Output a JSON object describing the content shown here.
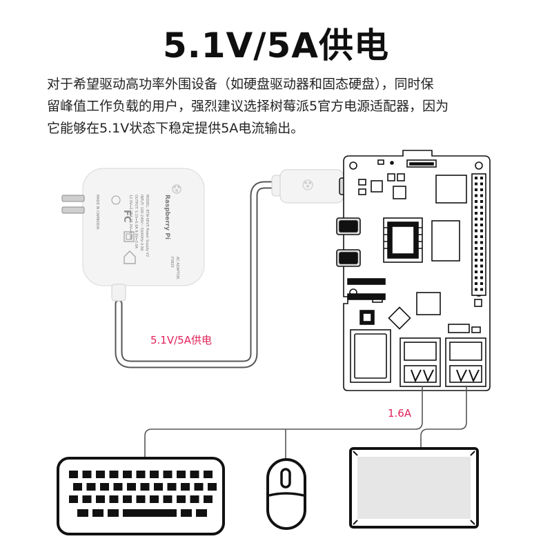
{
  "title": "5.1V/5A供电",
  "description": [
    "对于希望驱动高功率外围设备（如硬盘驱动器和固态硬盘），同时保",
    "留峰值工作负载的用户，强烈建议选择树莓派5官方电源适配器，因为",
    "它能够在5.1V状态下稳定提供5A电流输出。"
  ],
  "labels": {
    "power_line": "5.1V/5A供电",
    "usb_line": "1.6A"
  },
  "adapter": {
    "brand": "Raspberry Pi",
    "model_text": "MODEL: KTW-0EV5 Power Supply V2",
    "spec_lines": [
      "INPUT: 100-240V~ 50/60Hz 0.8A",
      "OUTPUT: 5.1V⎓5.0A 9.0V⎓3.0A",
      "12.0V⎓2.25A 15.0V⎓1.8A"
    ],
    "side_text": [
      "AC ADAPTOR",
      "P3820"
    ],
    "origin": "MADE IN CAMBODIA"
  },
  "colors": {
    "accent": "#e0205a",
    "line": "#555555",
    "stroke": "#111111",
    "adapter": "#f4f4f4"
  }
}
